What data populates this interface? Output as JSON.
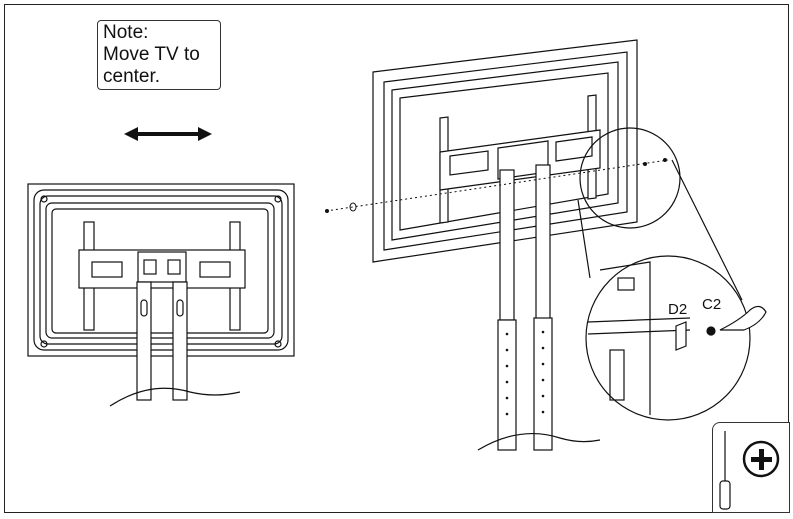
{
  "note": {
    "lines": [
      "Note:",
      "Move TV to",
      "center."
    ]
  },
  "callout": {
    "part_d": "D2",
    "part_c": "C2"
  },
  "icons": {
    "move_arrow": "double-arrow-icon",
    "screwdriver": "screwdriver-icon",
    "plus": "plus-circle-icon"
  },
  "colors": {
    "line": "#111111",
    "fill": "#ffffff"
  }
}
